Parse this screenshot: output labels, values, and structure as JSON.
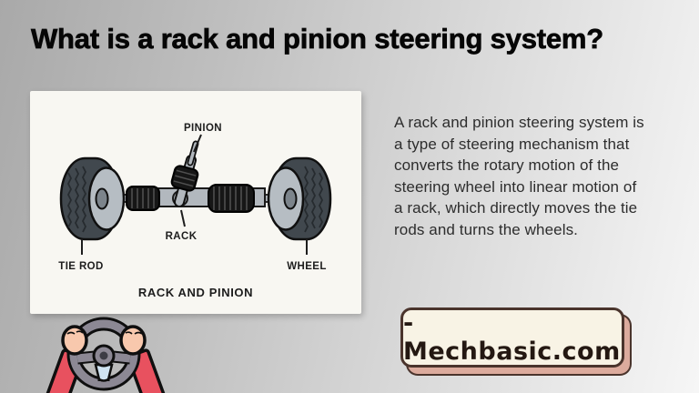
{
  "page": {
    "title": "What is a rack and pinion steering system?"
  },
  "diagram": {
    "labels": {
      "pinion": "PINION",
      "rack": "RACK",
      "tie_rod": "TIE ROD",
      "wheel": "WHEEL"
    },
    "caption": "RACK AND PINION"
  },
  "description": "A rack and pinion steering system is\na type of steering mechanism that\nconverts the rotary motion of the\nsteering wheel into linear motion of\na rack, which directly moves the tie\nrods and turns the wheels.",
  "branding": {
    "site_label": "-Mechbasic.com"
  },
  "icons": {
    "steering_wheel": "steering-wheel-held-by-two-hands"
  },
  "colors": {
    "background_left": "#a9a9a9",
    "background_right": "#f6f6f6",
    "panel": "#f8f7f2",
    "tire": "#41484e",
    "hub": "#b6bdc3",
    "metal": "#b2b8be",
    "bellows": "#161616",
    "label_text": "#1d1d1d",
    "body_text": "#2d2d2d",
    "badge_bg": "#f8f3e5",
    "badge_border": "#4a342c",
    "badge_shadow": "#dcab9d",
    "sleeve_red": "#e8515f",
    "hand_skin": "#f8c8ad",
    "wheel_gray": "#8c8894",
    "wheel_blue": "#cfe3f2"
  }
}
